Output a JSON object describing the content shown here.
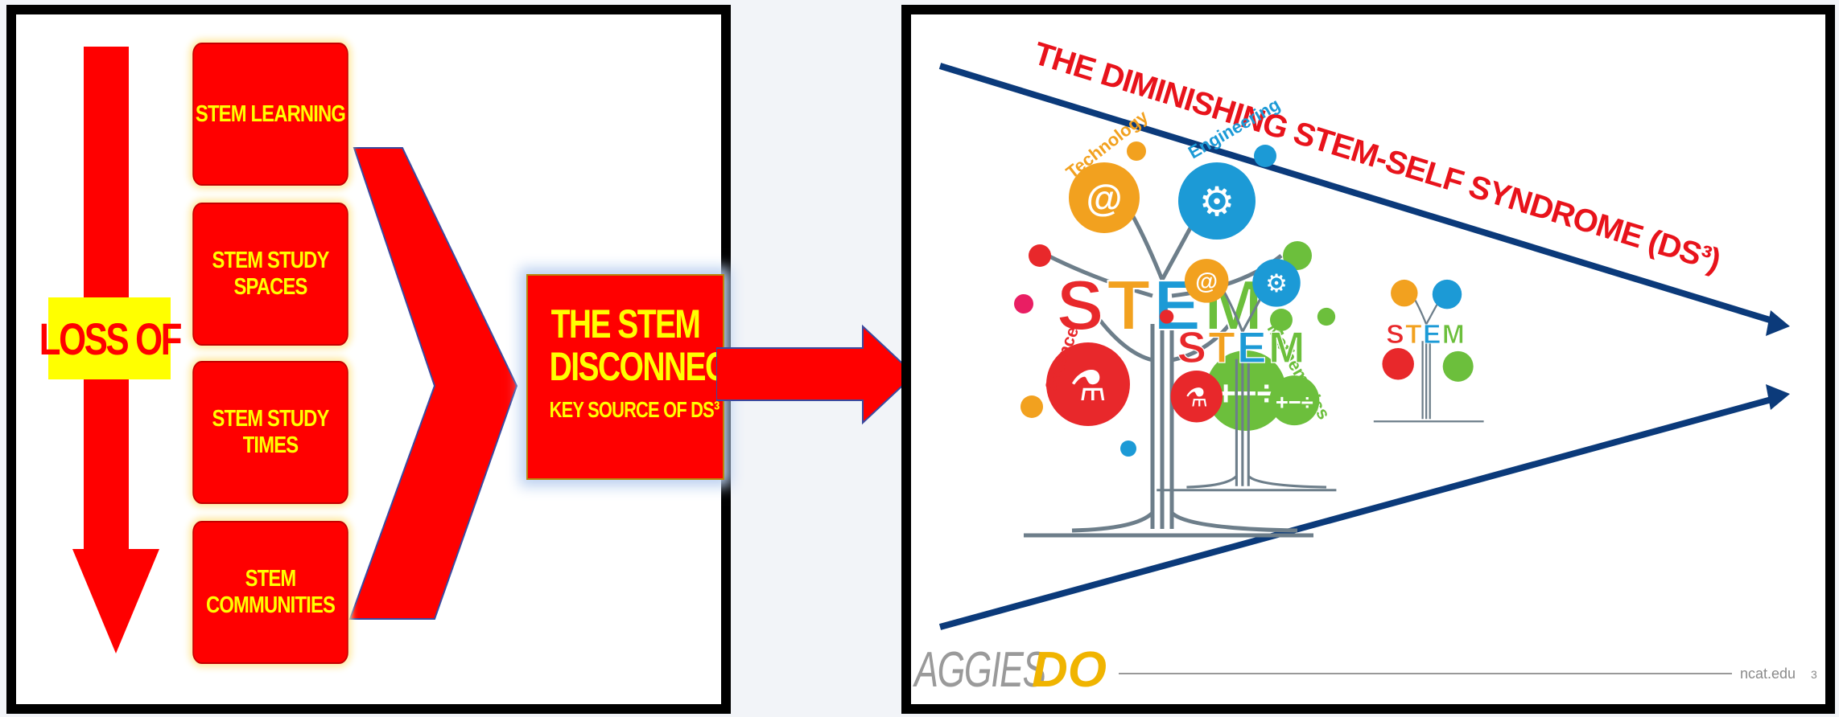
{
  "left_panel": {
    "loss_label": "LOSS OF",
    "items": [
      {
        "label": "STEM LEARNING"
      },
      {
        "label": "STEM STUDY SPACES"
      },
      {
        "label": "STEM STUDY TIMES"
      },
      {
        "label": "STEM COMMUNITIES"
      }
    ],
    "center_box": {
      "line1": "THE STEM",
      "line2": "DISCONNECTION",
      "subtitle": "KEY SOURCE OF DS³"
    }
  },
  "right_panel": {
    "title": "THE DIMINISHING STEM-SELF SYNDROME (DS³)",
    "tree_word": "STEM",
    "tree_labels": {
      "technology": "Technology",
      "engineering": "Engineering",
      "science": "Science",
      "mathematics": "Mathematics"
    },
    "footer_brand_left": "AGGIES",
    "footer_brand_right": "DO",
    "footer_site": "ncat.edu",
    "footer_page": "3"
  },
  "colors": {
    "red": "#ff0000",
    "yellow": "#ffff00",
    "navy": "#0b3a7a",
    "gold": "#f0b400",
    "tree_gray": "#6d7e8a",
    "stem_s": "#e8282b",
    "stem_t": "#f2a11f",
    "stem_e": "#1c9ad6",
    "stem_m": "#6cbf3c"
  }
}
